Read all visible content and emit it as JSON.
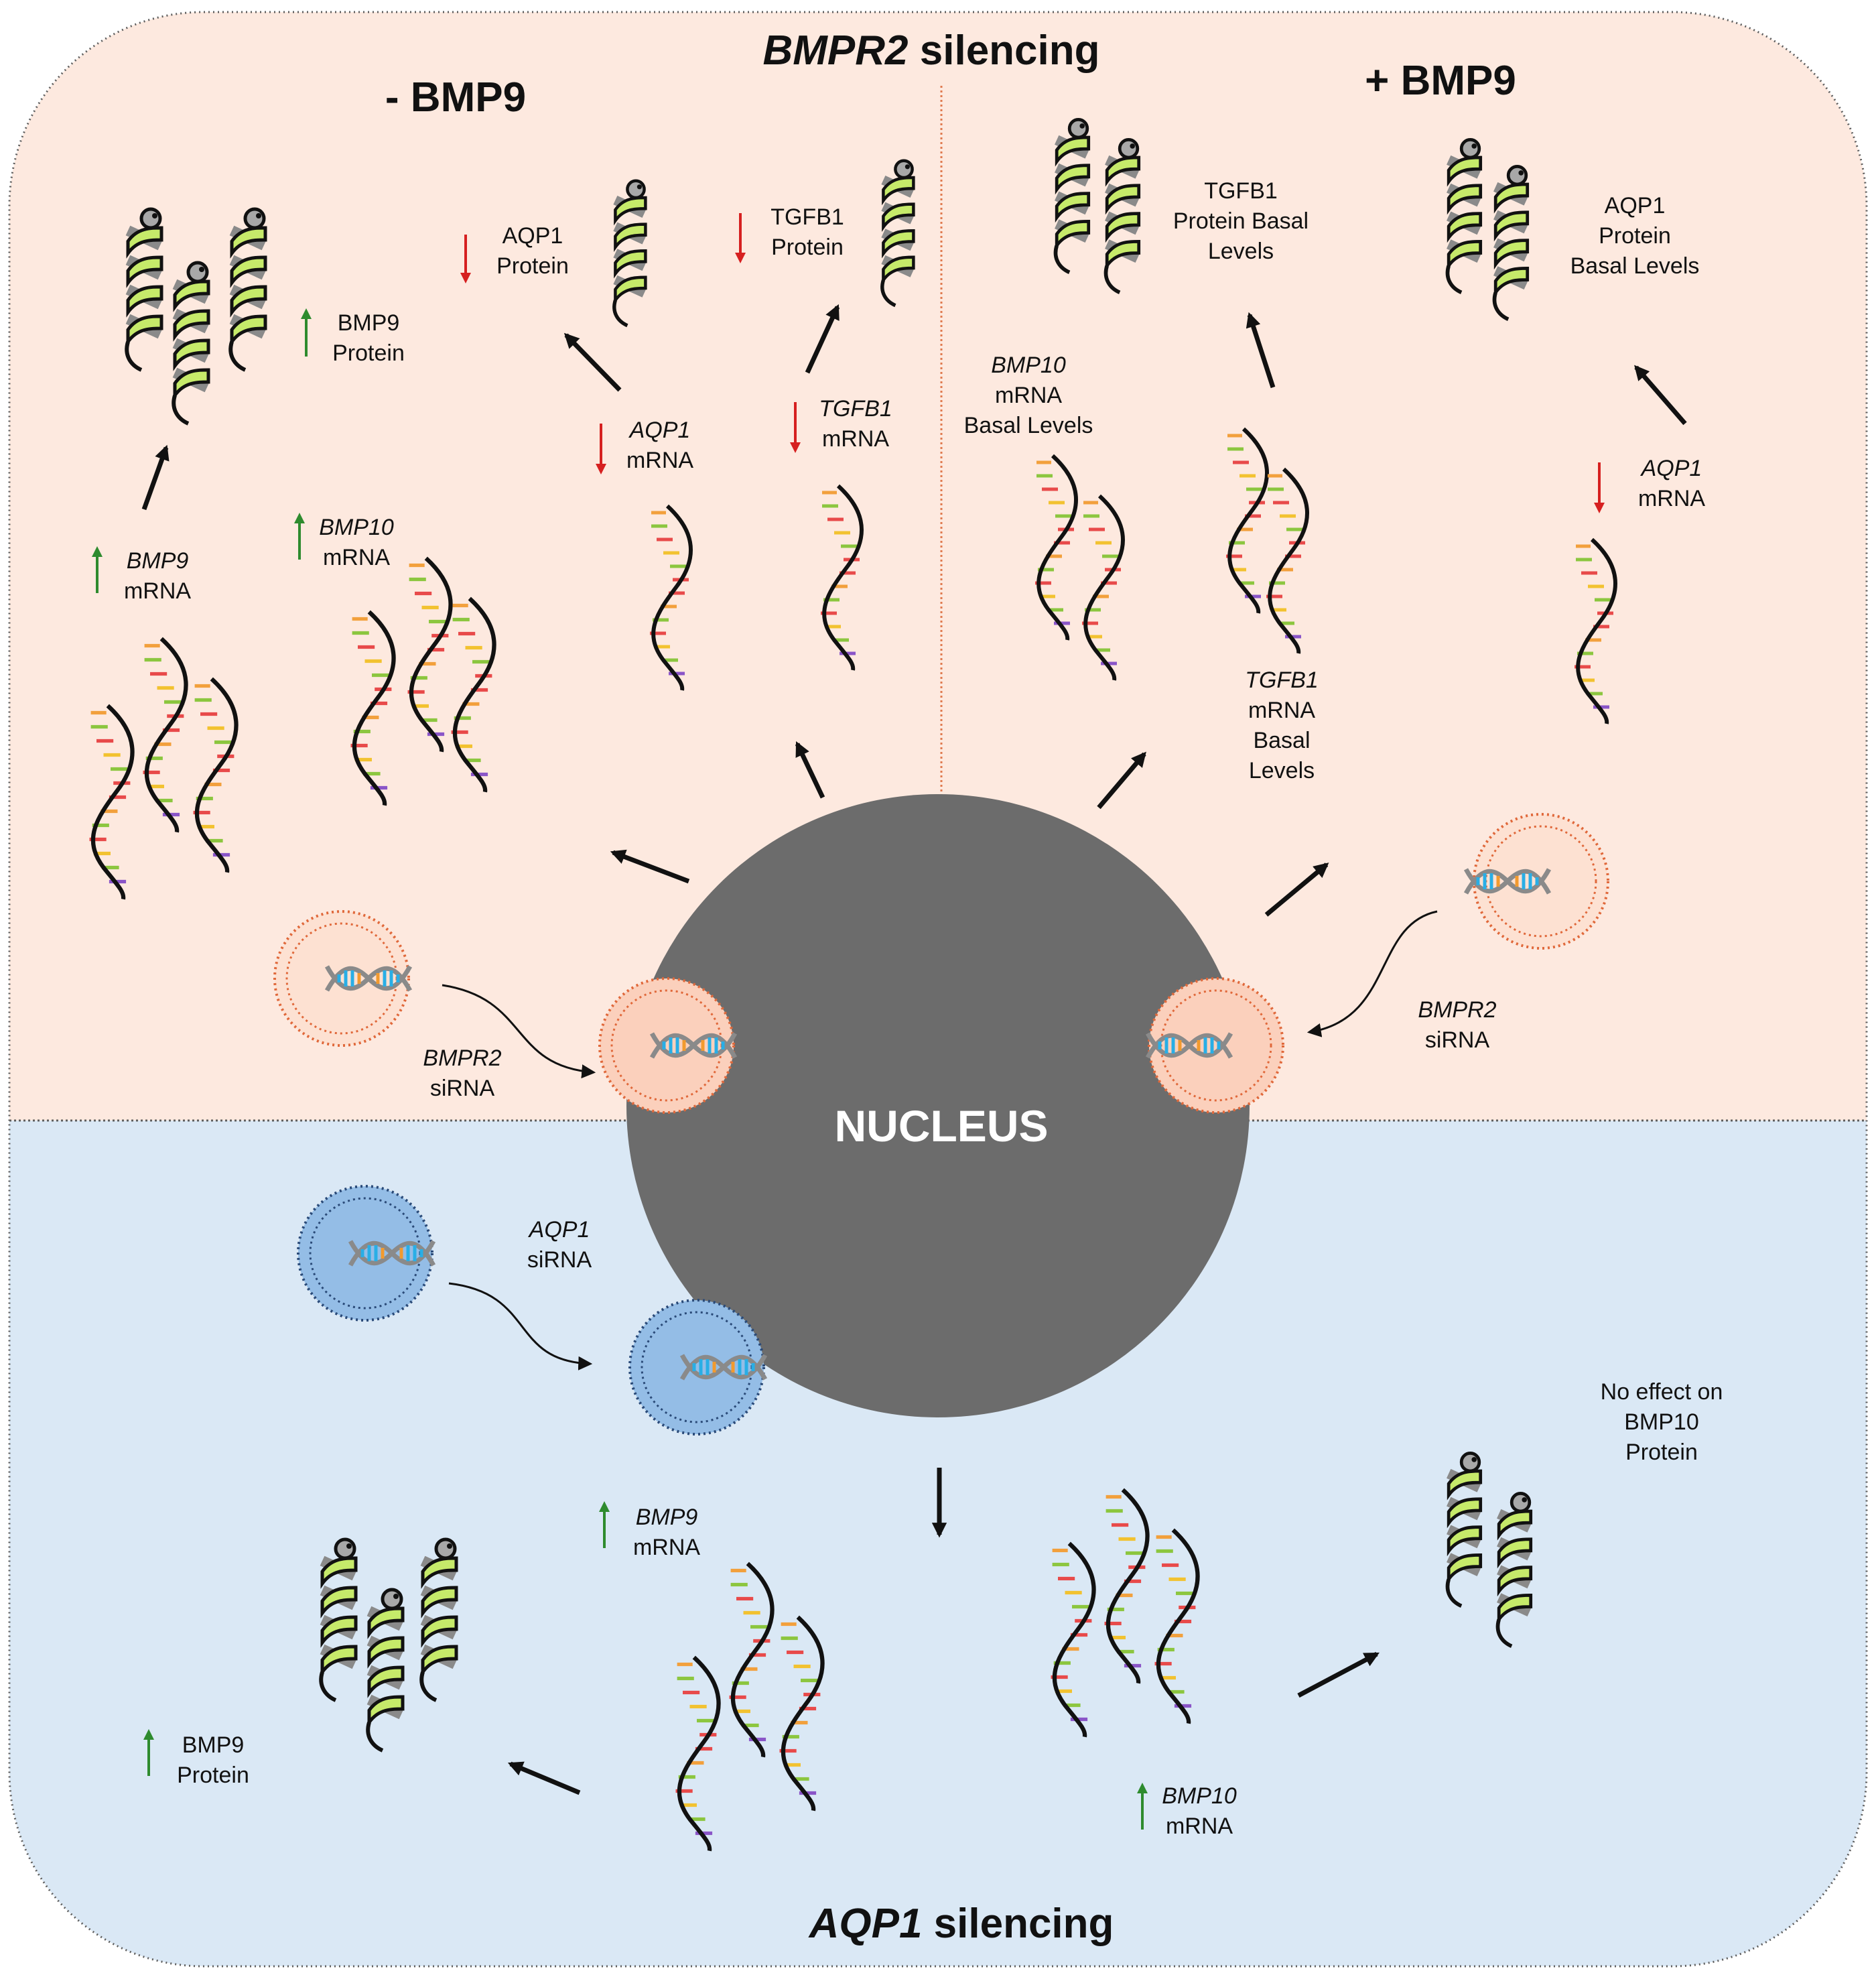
{
  "titles": {
    "top_gene": "BMPR2",
    "top_rest": " silencing",
    "minus_bmp9": "- BMP9",
    "plus_bmp9": "+ BMP9",
    "bottom_gene": "AQP1",
    "bottom_rest": " silencing",
    "nucleus": "NUCLEUS"
  },
  "colors": {
    "top_cell": "#fde9df",
    "bottom_cell": "#dae8f5",
    "nucleus": "#6c6c6c",
    "up_arrow": "#2e8b2e",
    "down_arrow": "#d62020",
    "helix": "#c6ea6a"
  },
  "labels": {
    "minus": {
      "bmp9_protein": [
        "BMP9",
        "Protein"
      ],
      "aqp1_protein": [
        "AQP1",
        "Protein"
      ],
      "tgfb1_protein": [
        "TGFB1",
        "Protein"
      ],
      "aqp1_mrna": [
        "AQP1",
        "mRNA"
      ],
      "tgfb1_mrna": [
        "TGFB1",
        "mRNA"
      ],
      "bmp9_mrna": [
        "BMP9",
        "mRNA"
      ],
      "bmp10_mrna": [
        "BMP10",
        "mRNA"
      ],
      "sirna": [
        "BMPR2",
        "siRNA"
      ]
    },
    "plus": {
      "tgfb1_protein": [
        "TGFB1",
        "Protein Basal",
        "Levels"
      ],
      "aqp1_protein": [
        "AQP1",
        "Protein",
        "Basal Levels"
      ],
      "bmp10_mrna": [
        "BMP10",
        "mRNA",
        "Basal Levels"
      ],
      "aqp1_mrna": [
        "AQP1",
        "mRNA"
      ],
      "tgfb1_mrna": [
        "TGFB1",
        "mRNA",
        "Basal",
        "Levels"
      ],
      "sirna": [
        "BMPR2",
        "siRNA"
      ]
    },
    "bottom": {
      "sirna": [
        "AQP1",
        "siRNA"
      ],
      "bmp9_mrna": [
        "BMP9",
        "mRNA"
      ],
      "bmp9_protein": [
        "BMP9",
        "Protein"
      ],
      "bmp10_mrna": [
        "BMP10",
        "mRNA"
      ],
      "no_effect": [
        "No effect on",
        "BMP10",
        "Protein"
      ]
    }
  },
  "icons": {
    "protein": "alpha-helix-protein-icon",
    "mrna": "mrna-strand-icon",
    "sirna": "sirna-vesicle-icon",
    "dna": "dna-double-helix-icon"
  }
}
